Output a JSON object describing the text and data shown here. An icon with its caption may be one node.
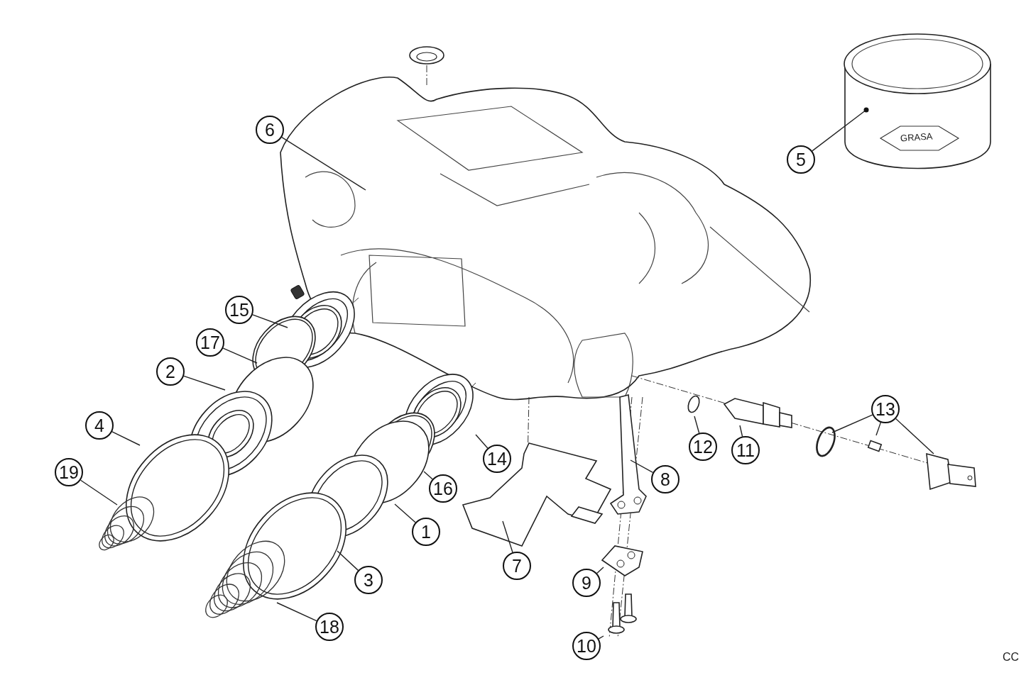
{
  "diagram": {
    "nodes": [
      {
        "text": [
          "6"
        ]
      },
      {
        "text": [
          "5"
        ]
      },
      {
        "text": [
          "15"
        ]
      },
      {
        "text": [
          "17"
        ]
      },
      {
        "text": [
          "2"
        ]
      },
      {
        "text": [
          "13"
        ]
      },
      {
        "text": [
          "4"
        ]
      },
      {
        "text": [
          "12"
        ]
      },
      {
        "text": [
          "11"
        ]
      },
      {
        "text": [
          "14"
        ]
      },
      {
        "text": [
          "19"
        ]
      },
      {
        "text": [
          "8"
        ]
      },
      {
        "text": [
          "16"
        ]
      },
      {
        "text": [
          "1"
        ]
      },
      {
        "text": [
          "7"
        ]
      },
      {
        "text": [
          "3"
        ]
      },
      {
        "text": [
          "9"
        ]
      },
      {
        "text": [
          "18"
        ]
      },
      {
        "text": [
          "10"
        ]
      }
    ],
    "edges": [
      {
        "from": 0,
        "to": null,
        "arrow": "none"
      },
      {
        "from": 1,
        "to": null,
        "arrow": "other"
      },
      {
        "from": 2,
        "to": null,
        "arrow": "none"
      },
      {
        "from": 3,
        "to": null,
        "arrow": "none"
      },
      {
        "from": 4,
        "to": null,
        "arrow": "none"
      },
      {
        "from": 5,
        "to": null,
        "arrow": "none"
      },
      {
        "from": 5,
        "to": null,
        "arrow": "none"
      },
      {
        "from": 5,
        "to": null,
        "arrow": "none"
      },
      {
        "from": 6,
        "to": null,
        "arrow": "none"
      },
      {
        "from": 7,
        "to": null,
        "arrow": "none"
      },
      {
        "from": 8,
        "to": null,
        "arrow": "none"
      },
      {
        "from": 9,
        "to": null,
        "arrow": "none"
      },
      {
        "from": 10,
        "to": null,
        "arrow": "none"
      },
      {
        "from": 11,
        "to": null,
        "arrow": "none"
      },
      {
        "from": 12,
        "to": null,
        "arrow": "none"
      },
      {
        "from": 13,
        "to": null,
        "arrow": "none"
      },
      {
        "from": 14,
        "to": null,
        "arrow": "none"
      },
      {
        "from": 15,
        "to": null,
        "arrow": "none"
      },
      {
        "from": 16,
        "to": null,
        "arrow": "none"
      },
      {
        "from": 17,
        "to": null,
        "arrow": "none"
      },
      {
        "from": 18,
        "to": null,
        "arrow": "none"
      }
    ],
    "labels": [
      "GRASA",
      "CC"
    ]
  }
}
